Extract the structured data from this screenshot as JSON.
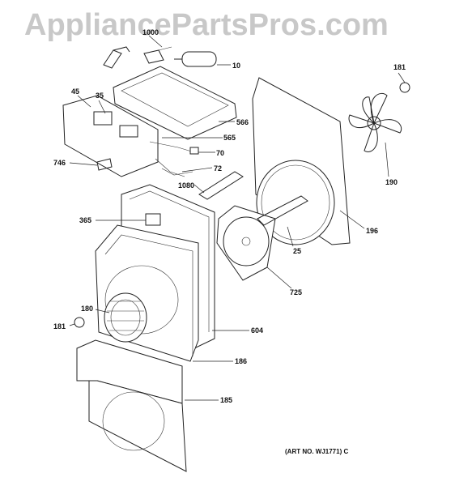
{
  "watermark": "AppliancePartsPros.com",
  "art_number": "(ART NO. WJ1771) C",
  "callouts": {
    "c1000": "1000",
    "c10": "10",
    "c181_top": "181",
    "c45": "45",
    "c35": "35",
    "c566": "566",
    "c565": "565",
    "c70": "70",
    "c746": "746",
    "c72": "72",
    "c190": "190",
    "c1080": "1080",
    "c365": "365",
    "c25": "25",
    "c196": "196",
    "c725": "725",
    "c180": "180",
    "c181_left": "181",
    "c604": "604",
    "c186": "186",
    "c185": "185"
  }
}
